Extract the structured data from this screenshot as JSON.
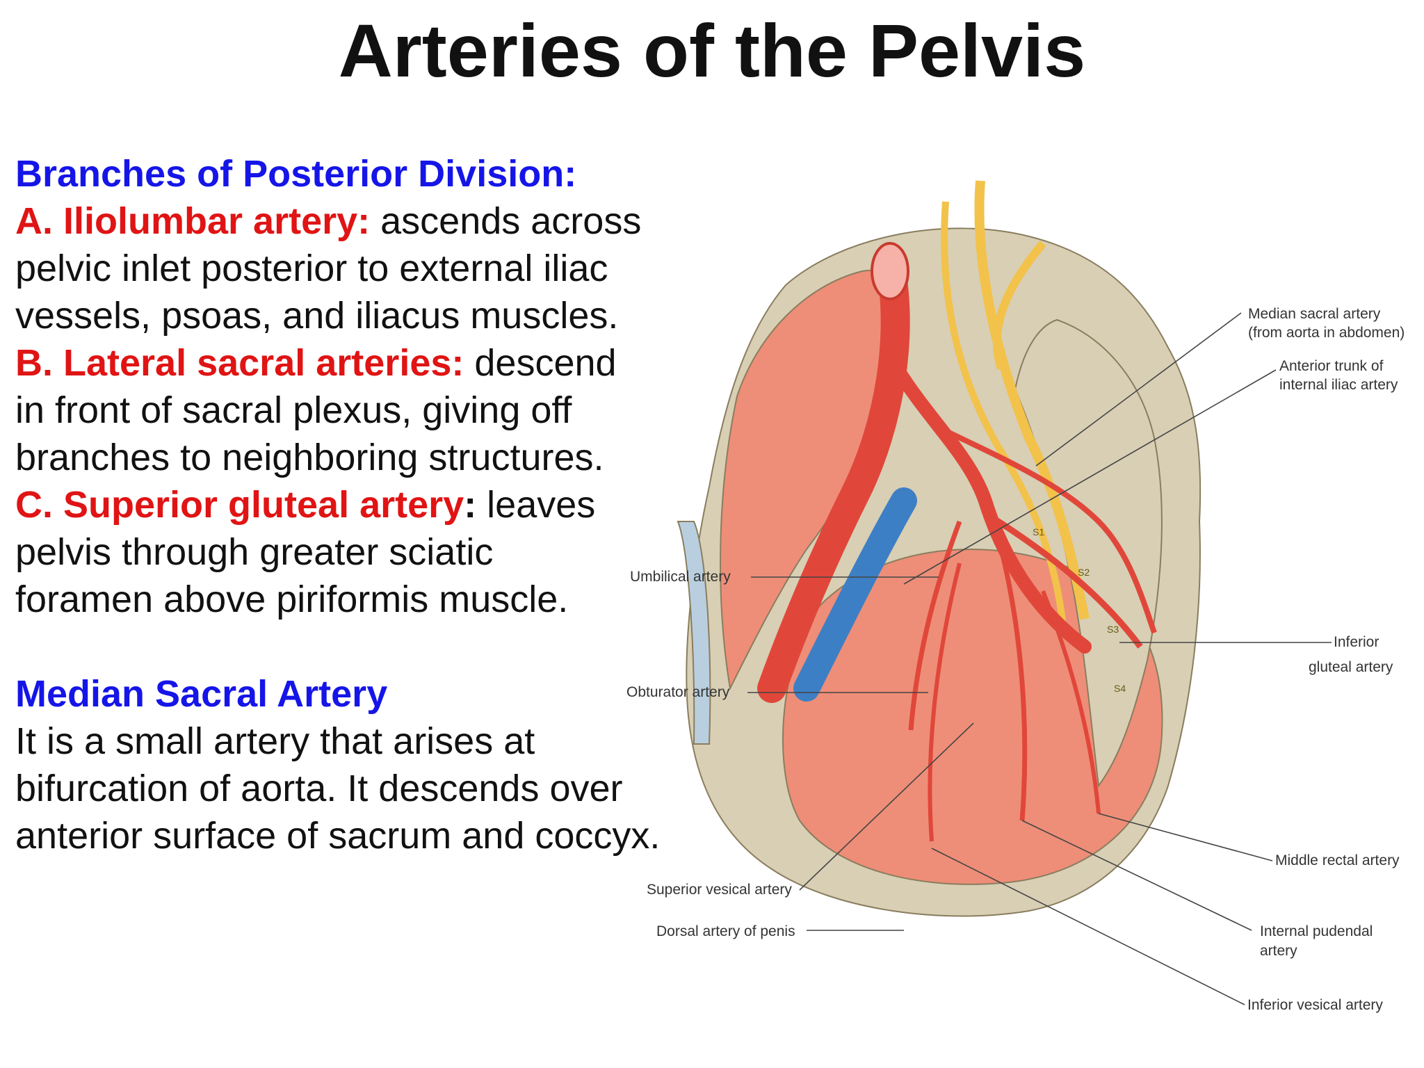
{
  "title": "Arteries of the Pelvis",
  "posterior": {
    "heading": "Branches of Posterior Division:",
    "a": {
      "label": "A. Iliolumbar artery:",
      "lines": [
        " ascends across",
        "pelvic inlet posterior to external iliac",
        "vessels, psoas, and iliacus muscles."
      ]
    },
    "b": {
      "label": "B. Lateral sacral arteries:",
      "lines": [
        " descend",
        "in front of sacral plexus, giving off",
        "branches to neighboring structures."
      ]
    },
    "c": {
      "label": "C. Superior gluteal artery",
      "colon": ":",
      "lines": [
        " leaves",
        "pelvis through greater sciatic",
        "foramen above piriformis muscle."
      ]
    }
  },
  "median": {
    "heading": "Median Sacral Artery",
    "lines": [
      "It is a small artery that arises at",
      "bifurcation of aorta. It descends over",
      "anterior surface of sacrum and coccyx."
    ]
  },
  "diagram": {
    "labels": {
      "median_sacral_1": "Median sacral artery",
      "median_sacral_2": "(from aorta in abdomen)",
      "anterior_trunk_1": "Anterior trunk of",
      "anterior_trunk_2": "internal iliac artery",
      "umbilical": "Umbilical artery",
      "obturator": "Obturator artery",
      "inferior_gluteal_1": "Inferior",
      "inferior_gluteal_2": "gluteal artery",
      "middle_rectal": "Middle rectal artery",
      "superior_vesical": "Superior vesical artery",
      "dorsal_penis": "Dorsal artery of penis",
      "internal_pudendal_1": "Internal pudendal",
      "internal_pudendal_2": "artery",
      "inferior_vesical": "Inferior vesical artery",
      "s1": "S1",
      "s2": "S2",
      "s3": "S3",
      "s4": "S4"
    },
    "colors": {
      "artery": "#e0473a",
      "vein": "#3d7fc4",
      "muscle": "#ee8e78",
      "bone": "#d8cfb5",
      "nerve": "#f2c24a",
      "ligament": "#b9cfe0"
    }
  }
}
